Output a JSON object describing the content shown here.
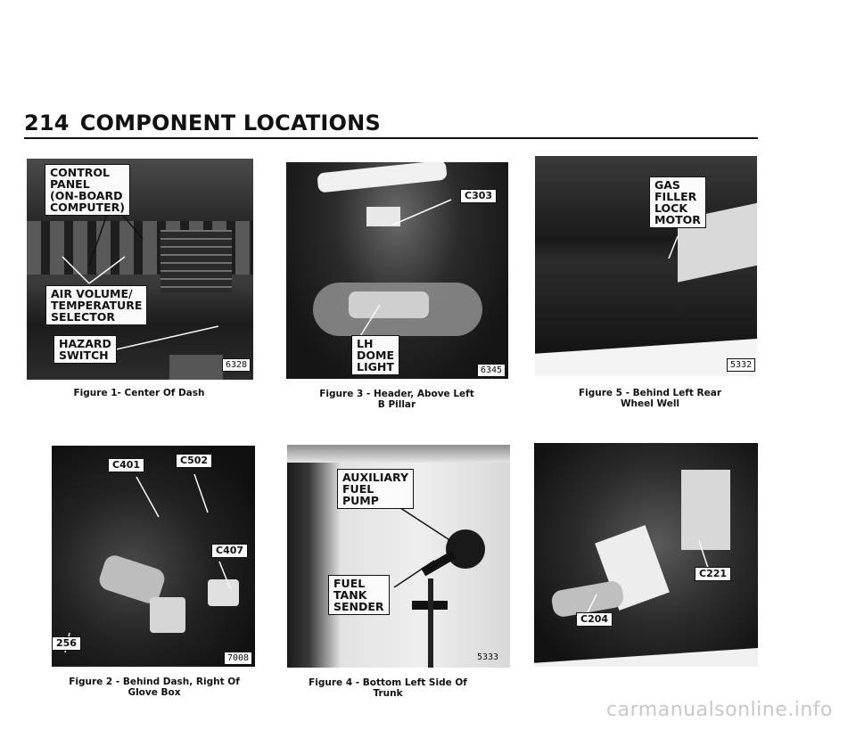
{
  "header": {
    "page_number": "214",
    "title": "COMPONENT LOCATIONS"
  },
  "figures": [
    {
      "id": "fig1",
      "caption": "Figure 1- Center Of Dash",
      "photo_number": "6328",
      "labels": [
        "CONTROL\nPANEL\n(ON-BOARD\nCOMPUTER)",
        "AIR VOLUME/\nTEMPERATURE\nSELECTOR",
        "HAZARD\nSWITCH"
      ]
    },
    {
      "id": "fig3",
      "caption": "Figure 3 - Header, Above Left\nB Pillar",
      "photo_number": "6345",
      "labels": [
        "C303",
        "LH\nDOME\nLIGHT"
      ]
    },
    {
      "id": "fig5",
      "caption": "Figure 5 - Behind Left Rear\nWheel Well",
      "photo_number": "5332",
      "labels": [
        "GAS\nFILLER\nLOCK\nMOTOR"
      ]
    },
    {
      "id": "fig2",
      "caption": "Figure 2 - Behind Dash, Right Of\nGlove Box",
      "photo_number": "7008",
      "labels": [
        "C401",
        "C502",
        "C407",
        "256"
      ]
    },
    {
      "id": "fig4",
      "caption": "Figure 4 - Bottom Left Side Of\nTrunk",
      "photo_number": "5333",
      "labels": [
        "AUXILIARY\nFUEL\nPUMP",
        "FUEL\nTANK\nSENDER"
      ]
    },
    {
      "id": "fig6",
      "caption": "",
      "photo_number": "",
      "labels": [
        "C221",
        "C204"
      ]
    }
  ],
  "watermark": "carmanualsonline.info",
  "colors": {
    "photo_dark": "#1b1b1b",
    "label_bg": "#fafafa",
    "ink": "#111111",
    "watermark": "#c8c8c8"
  }
}
